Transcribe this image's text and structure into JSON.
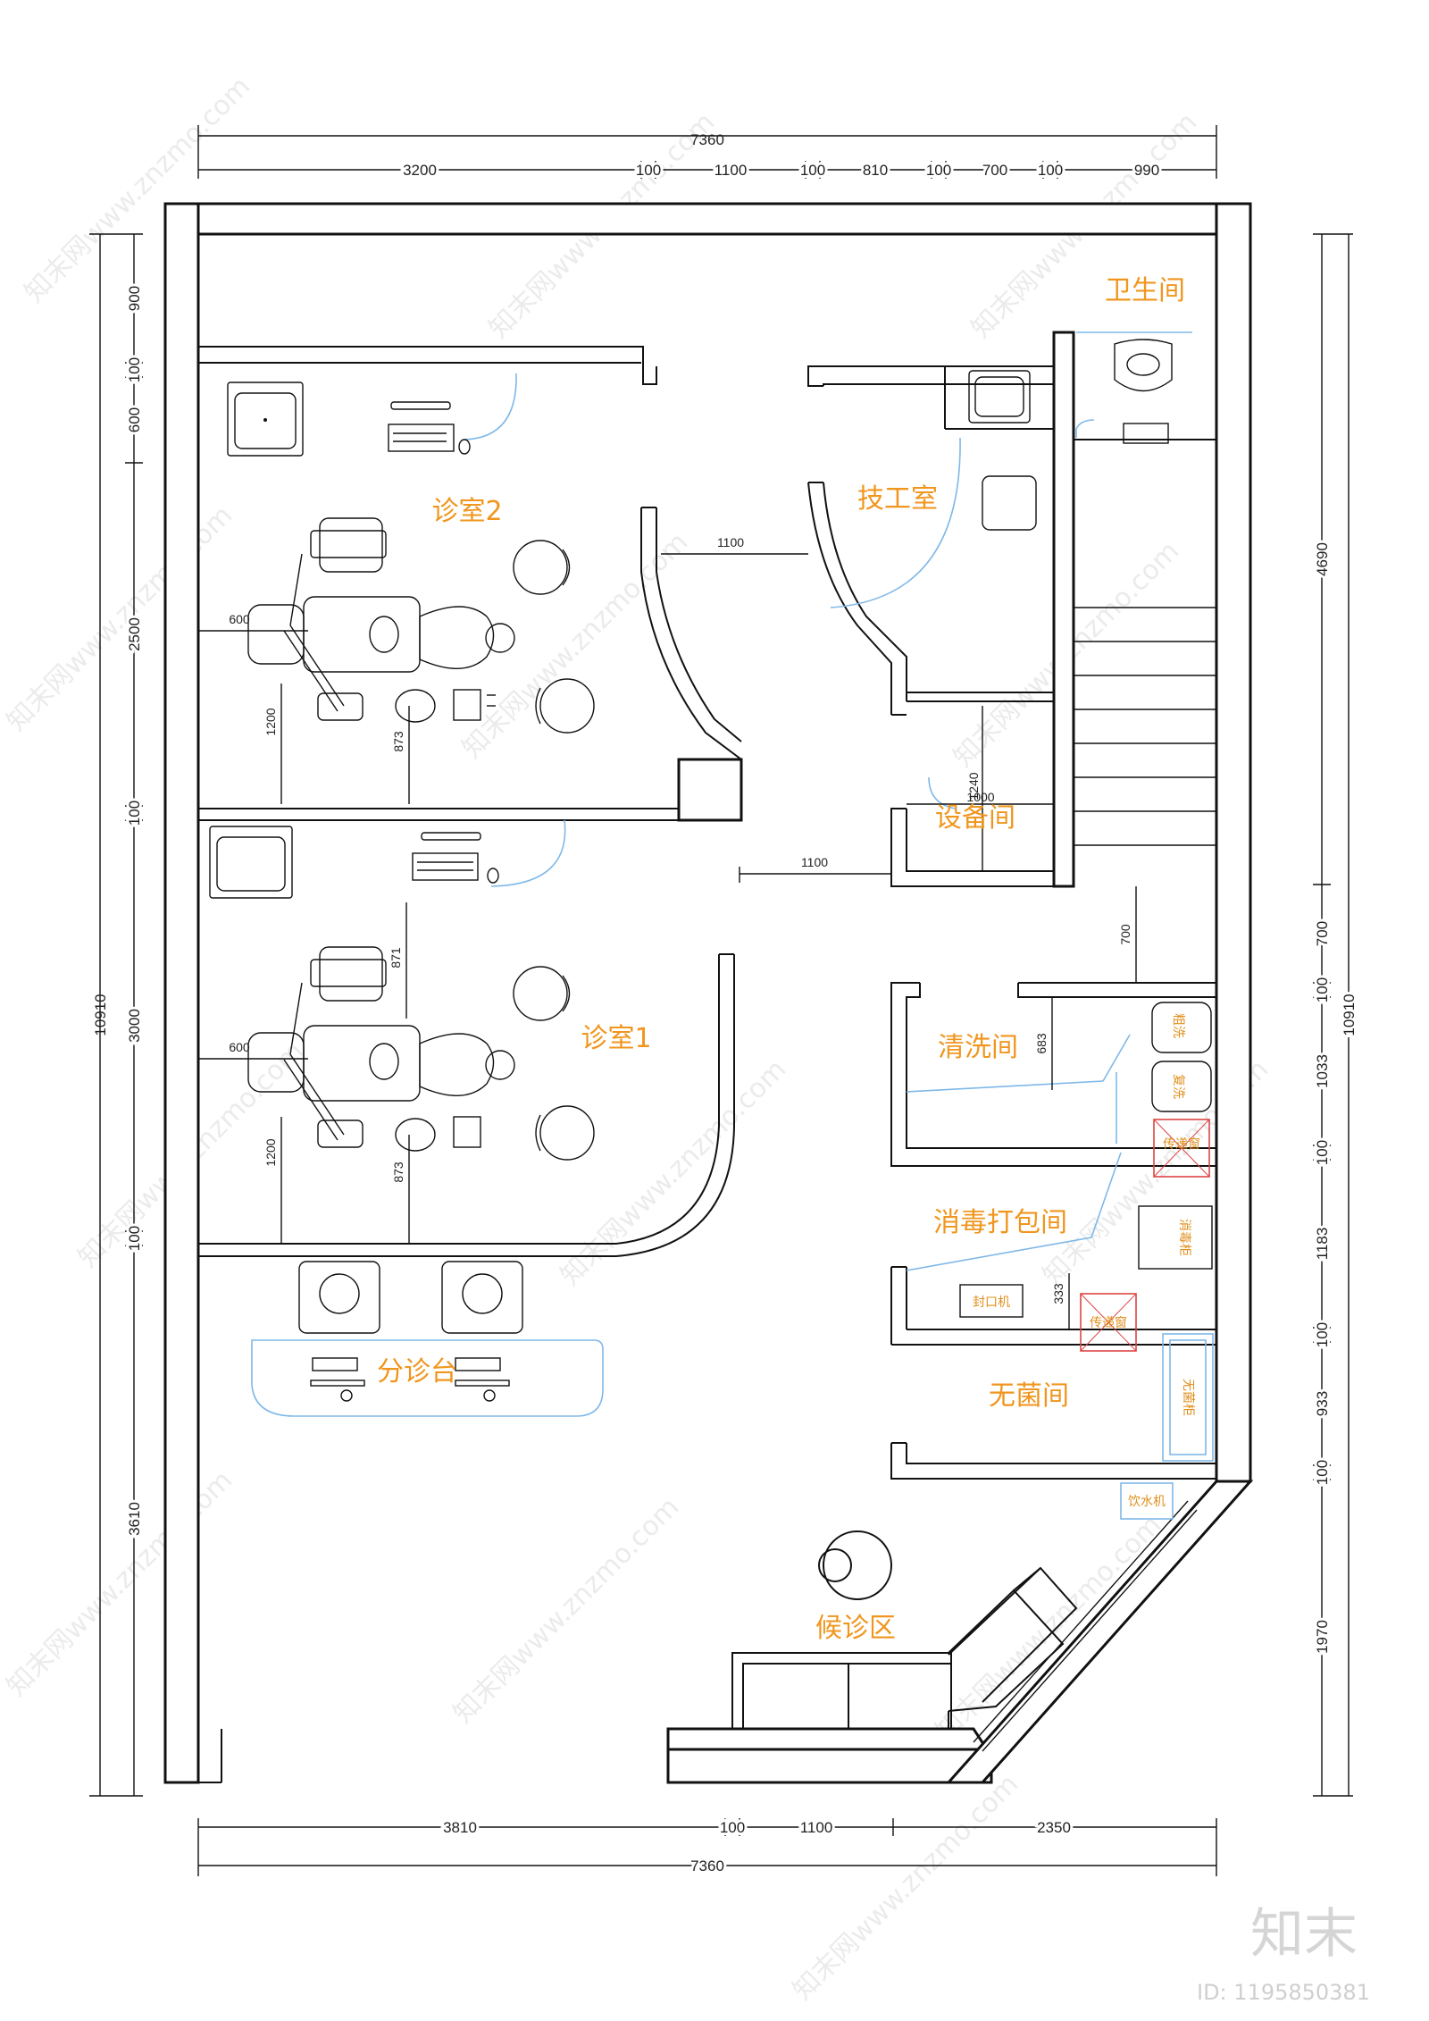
{
  "watermark": {
    "text": "知末网www.znzmo.com"
  },
  "brand": {
    "logo_text": "知末",
    "image_id": "ID: 1195850381"
  },
  "dimensions": {
    "top_total": "7360",
    "top_segments": [
      "3200",
      "100",
      "1100",
      "100",
      "810",
      "100",
      "700",
      "100",
      "990"
    ],
    "bottom_segments": [
      "3810",
      "100",
      "1100",
      "2350"
    ],
    "bottom_total": "7360",
    "left_total": "10910",
    "left_segments": [
      "900",
      "100",
      "600",
      "2500",
      "100",
      "3000",
      "100",
      "3610"
    ],
    "right_total": "10910",
    "right_segments": [
      "4690",
      "700",
      "100",
      "1033",
      "100",
      "1183",
      "100",
      "933",
      "100",
      "1970"
    ]
  },
  "inner_dims": {
    "corridor_top": "1100",
    "corridor_mid": "1100",
    "room2_width_600": "600",
    "room2_depth_1200": "1200",
    "room2_chair_873": "873",
    "room1_width_600": "600",
    "room1_depth_1200": "1200",
    "room1_chair_873": "873",
    "room1_gap_871": "871",
    "equip_1000": "1000",
    "equip_1240": "1240",
    "passage_700": "700",
    "wash_683": "683",
    "sterile_333": "333"
  },
  "rooms": {
    "toilet": "卫生间",
    "tech": "技工室",
    "room2": "诊室2",
    "equipment": "设备间",
    "room1": "诊室1",
    "washing": "清洗间",
    "disinfect": "消毒打包间",
    "reception": "分诊台",
    "sterile": "无菌间",
    "waiting": "候诊区"
  },
  "fixtures": {
    "rough_wash": "粗洗",
    "fine_wash": "复洗",
    "pass_window_1": "传递窗",
    "pass_window_2": "传递窗",
    "disinfect_cabinet": "消毒柜",
    "sealer": "封口机",
    "sterile_cabinet": "无菌柜",
    "water_dispenser": "饮水机"
  }
}
